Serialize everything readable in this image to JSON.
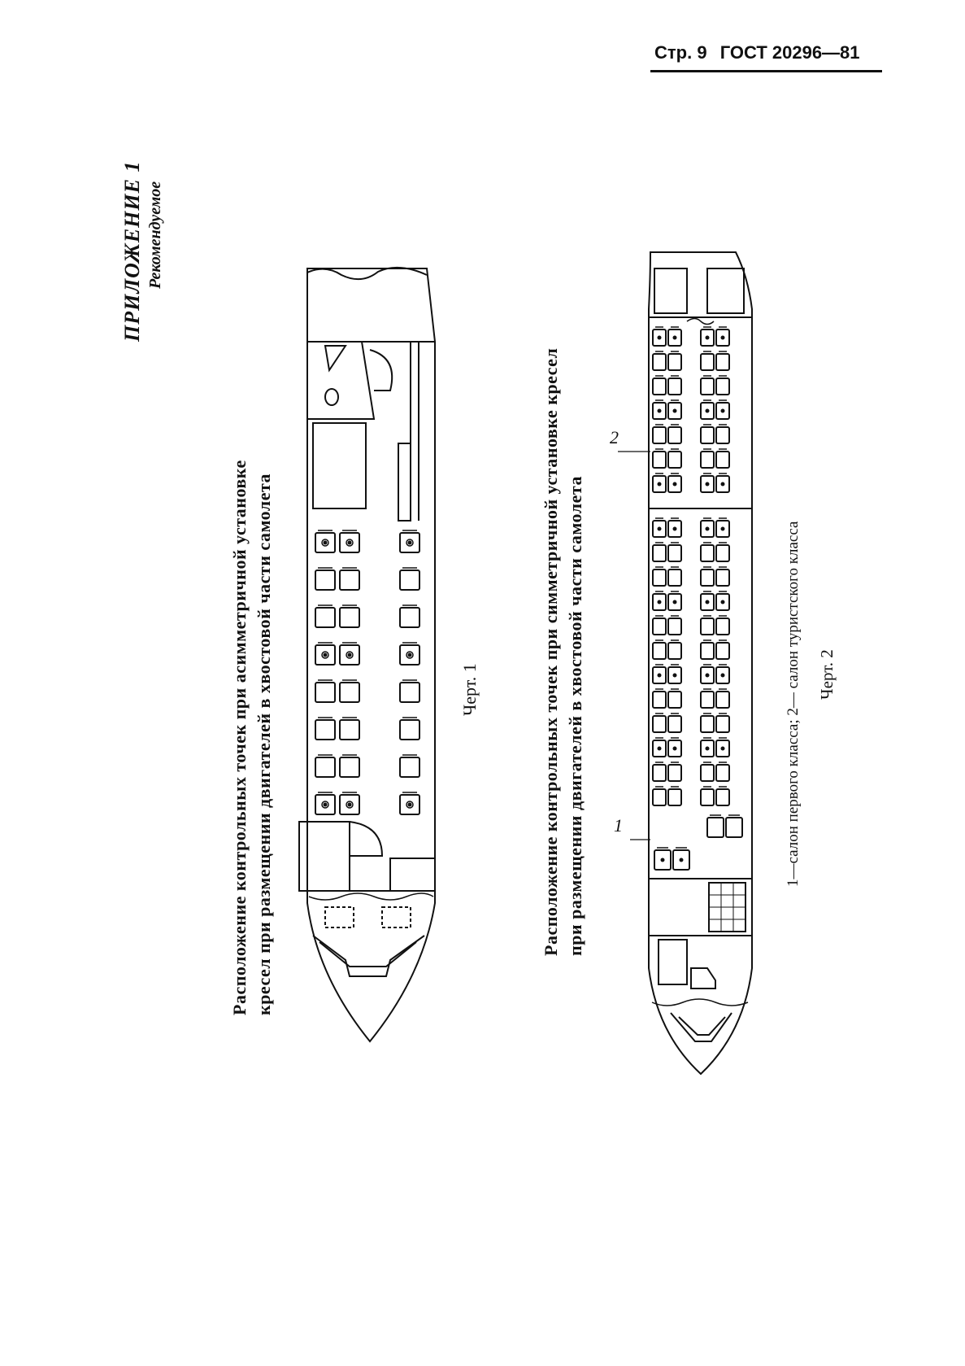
{
  "header": {
    "page": "Стр. 9",
    "standard": "ГОСТ 20296—81"
  },
  "appendix": {
    "title": "ПРИЛОЖЕНИЕ 1",
    "subtitle": "Рекомендуемое"
  },
  "figure1": {
    "caption_line1": "Расположение контрольных точек при асимметричной установке",
    "caption_line2": "кресел при размещении двигателей в хвостовой части самолета",
    "label": "Черт. 1"
  },
  "figure2": {
    "caption_line1": "Расположение контрольных точек при симметричной установке кресел",
    "caption_line2": "при размещении двигателей в хвостовой части самолета",
    "label": "Черт. 2",
    "legend": "1—салон первого класса; 2— салон туристского класса",
    "callout_1": "1",
    "callout_2": "2"
  }
}
